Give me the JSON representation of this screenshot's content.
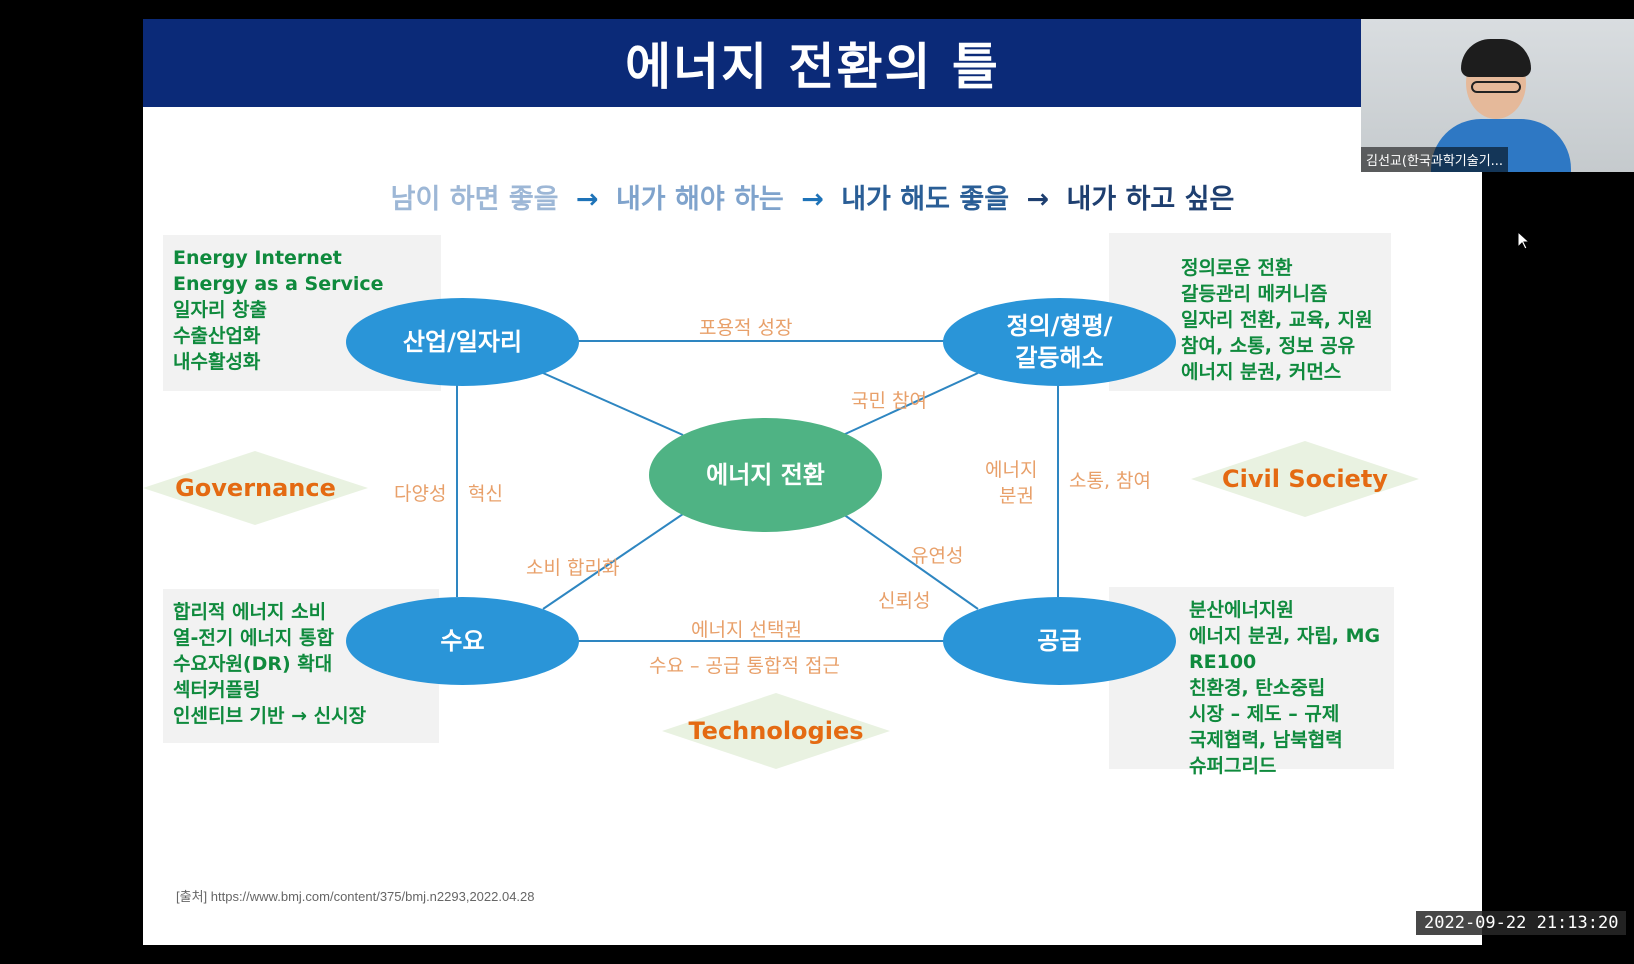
{
  "slide": {
    "title": "에너지 전환의 틀",
    "progression": [
      {
        "text": "남이 하면 좋을",
        "color": "#9db7d6"
      },
      {
        "text": "→",
        "color": "#1e73b8"
      },
      {
        "text": "내가 해야 하는",
        "color": "#7fa3cc"
      },
      {
        "text": "→",
        "color": "#1e73b8"
      },
      {
        "text": "내가 해도 좋을",
        "color": "#2a5e96"
      },
      {
        "text": "→",
        "color": "#1e3f70"
      },
      {
        "text": "내가 하고 싶은",
        "color": "#1e3f70"
      }
    ],
    "nodes": {
      "industry": "산업/일자리",
      "justice": "정의/형평/\n갈등해소",
      "center": "에너지 전환",
      "demand": "수요",
      "supply": "공급"
    },
    "boxes": {
      "top_left": [
        "Energy Internet",
        "Energy as a Service",
        "일자리 창출",
        "수출산업화",
        "내수활성화"
      ],
      "top_right": [
        "정의로운 전환",
        "갈등관리 메커니즘",
        "일자리 전환, 교육, 지원",
        "참여, 소통, 정보 공유",
        "에너지 분권, 커먼스"
      ],
      "bottom_left": [
        "합리적 에너지 소비",
        "열-전기 에너지 통합",
        "수요자원(DR) 확대",
        "섹터커플링",
        "인센티브 기반 → 신시장"
      ],
      "bottom_right": [
        "분산에너지원",
        "에너지 분권, 자립, MG",
        "RE100",
        "친환경, 탄소중립",
        "시장 – 제도 – 규제",
        "국제협력, 남북협력",
        "슈퍼그리드"
      ]
    },
    "labels": {
      "inclusive_growth": "포용적 성장",
      "citizen_participation": "국민 참여",
      "diversity": "다양성",
      "innovation": "혁신",
      "energy": "에너지",
      "decentralization": "분권",
      "communication": "소통, 참여",
      "rational_consumption": "소비 합리화",
      "flexibility": "유연성",
      "reliability": "신뢰성",
      "energy_choice": "에너지 선택권",
      "integrated_approach": "수요 – 공급 통합적 접근"
    },
    "diamonds": {
      "governance": "Governance",
      "civil_society": "Civil Society",
      "technologies": "Technologies"
    },
    "source": "[출처] https://www.bmj.com/content/375/bmj.n2293,2022.04.28"
  },
  "webcam": {
    "name": "김선교(한국과학기술기..."
  },
  "timestamp": "2022-09-22 21:13:20",
  "colors": {
    "header": "#0b2a78",
    "node_blue": "#2a95d8",
    "node_green": "#4fb384",
    "box_text": "#0f8a3d",
    "label": "#e8a06a",
    "diamond_text": "#e46a12",
    "line": "#2e86c1"
  }
}
